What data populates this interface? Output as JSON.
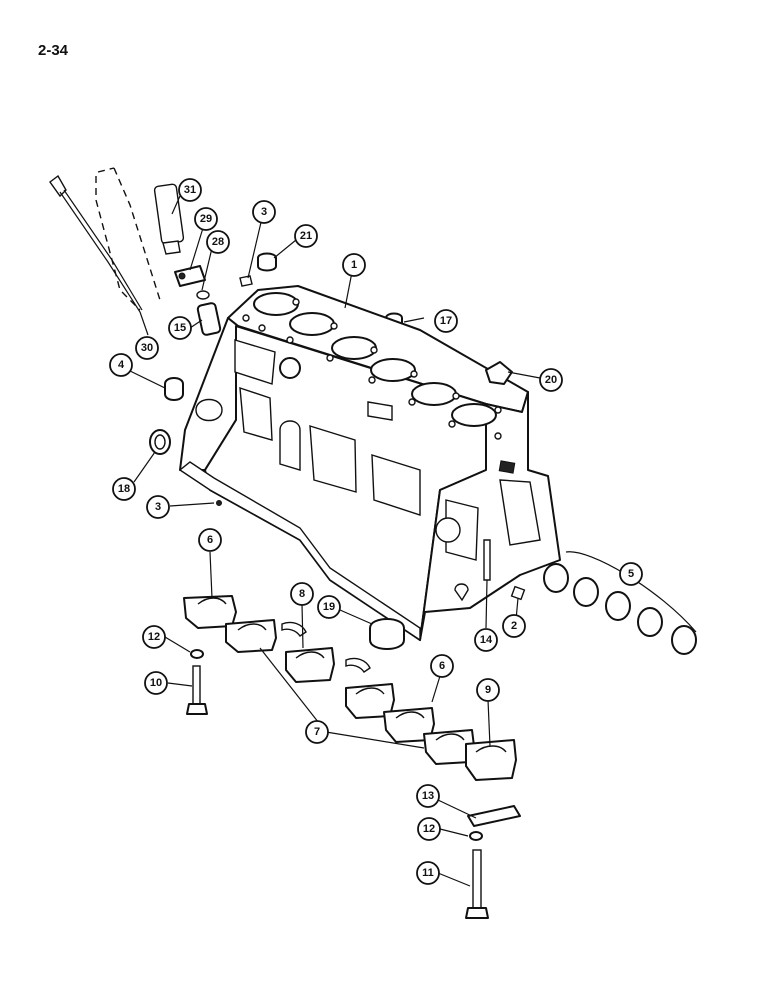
{
  "page": {
    "number": "2-34"
  },
  "callouts": [
    {
      "id": "31",
      "label": "31"
    },
    {
      "id": "29",
      "label": "29"
    },
    {
      "id": "28",
      "label": "28"
    },
    {
      "id": "3a",
      "label": "3"
    },
    {
      "id": "21",
      "label": "21"
    },
    {
      "id": "1",
      "label": "1"
    },
    {
      "id": "17",
      "label": "17"
    },
    {
      "id": "15",
      "label": "15"
    },
    {
      "id": "30",
      "label": "30"
    },
    {
      "id": "4",
      "label": "4"
    },
    {
      "id": "20",
      "label": "20"
    },
    {
      "id": "18",
      "label": "18"
    },
    {
      "id": "3b",
      "label": "3"
    },
    {
      "id": "6a",
      "label": "6"
    },
    {
      "id": "5",
      "label": "5"
    },
    {
      "id": "8",
      "label": "8"
    },
    {
      "id": "19",
      "label": "19"
    },
    {
      "id": "12a",
      "label": "12"
    },
    {
      "id": "14",
      "label": "14"
    },
    {
      "id": "2",
      "label": "2"
    },
    {
      "id": "10",
      "label": "10"
    },
    {
      "id": "6b",
      "label": "6"
    },
    {
      "id": "9",
      "label": "9"
    },
    {
      "id": "7",
      "label": "7"
    },
    {
      "id": "13",
      "label": "13"
    },
    {
      "id": "12b",
      "label": "12"
    },
    {
      "id": "11",
      "label": "11"
    }
  ]
}
